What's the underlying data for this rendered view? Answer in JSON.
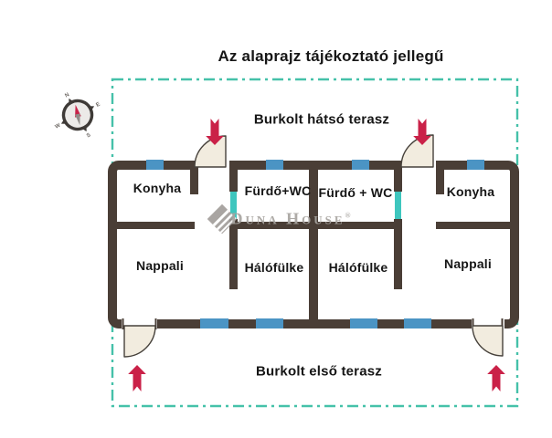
{
  "title": "Az alaprajz tájékoztató jellegű",
  "terraces": {
    "back": "Burkolt hátsó terasz",
    "front": "Burkolt első terasz"
  },
  "rooms": {
    "left_kitchen": "Konyha",
    "left_bathroom": "Fürdő+WC",
    "right_bathroom": "Fürdő + WC",
    "right_kitchen": "Konyha",
    "left_living_room": "Nappali",
    "left_sleeping_alcove": "Hálófülke",
    "right_sleeping_alcove": "Hálófülke",
    "right_living_room": "Nappali"
  },
  "compass": {
    "north": "N",
    "east": "E",
    "south": "S",
    "west": "W"
  },
  "watermark": {
    "brand": "Duna House",
    "registered_mark": "®"
  },
  "colors": {
    "wall": "#4a3e36",
    "window": "#4b94c4",
    "interior_glass_door": "#3ec6be",
    "plot_boundary": "#45c1a9",
    "entrance_arrow": "#ca2148",
    "door_leaf": "#f2ecdf"
  }
}
